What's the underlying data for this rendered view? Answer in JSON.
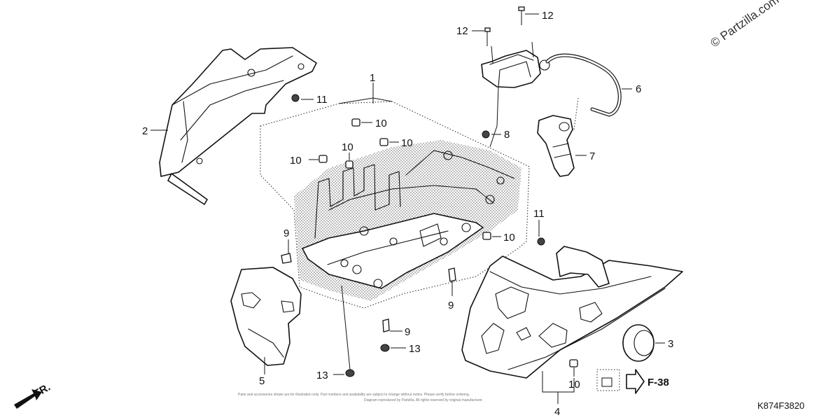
{
  "watermark": "© Partzilla.com",
  "diagram_code": "K874F3820",
  "page_ref": "F-38",
  "direction_label": "FR.",
  "fine_print": [
    "Parts and accessories shown are for illustration only. Part numbers and availability are subject to change without notice. Please verify before ordering.",
    "Diagram reproduced by Partzilla. All rights reserved by original manufacturer."
  ],
  "callouts": {
    "c1": "1",
    "c2": "2",
    "c3": "3",
    "c4": "4",
    "c5": "5",
    "c6": "6",
    "c7": "7",
    "c8": "8",
    "c9a": "9",
    "c9b": "9",
    "c9c": "9",
    "c10a": "10",
    "c10b": "10",
    "c10c": "10",
    "c10d": "10",
    "c10e": "10",
    "c10f": "10",
    "c11a": "11",
    "c11b": "11",
    "c12a": "12",
    "c12b": "12",
    "c13a": "13",
    "c13b": "13"
  }
}
